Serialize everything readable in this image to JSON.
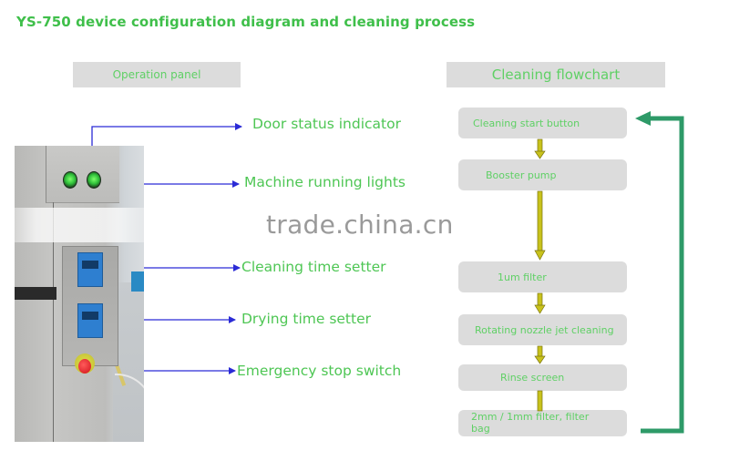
{
  "title": "YS-750 device configuration diagram and cleaning process",
  "left_section": {
    "header": "Operation panel",
    "callouts": [
      {
        "label": "Door status indicator"
      },
      {
        "label": "Machine running lights"
      },
      {
        "label": "Cleaning time setter"
      },
      {
        "label": "Drying time setter"
      },
      {
        "label": "Emergency stop switch"
      }
    ]
  },
  "right_section": {
    "header": "Cleaning flowchart",
    "steps": [
      {
        "label": "Cleaning start button"
      },
      {
        "label": "Booster pump"
      },
      {
        "label": "1um filter"
      },
      {
        "label": "Rotating nozzle jet cleaning"
      },
      {
        "label": "Rinse screen"
      },
      {
        "label": "2mm / 1mm filter, filter bag"
      }
    ],
    "loop_back": "return-to-start"
  },
  "watermark": "trade.china.cn",
  "colors": {
    "title": "#3fbf4a",
    "label_text": "#4ec654",
    "header_bg": "#dcdcdc",
    "callout_arrow": "#2b2bd6",
    "flow_arrow": "#c8c21c",
    "loop_arrow": "#2e9a68"
  }
}
